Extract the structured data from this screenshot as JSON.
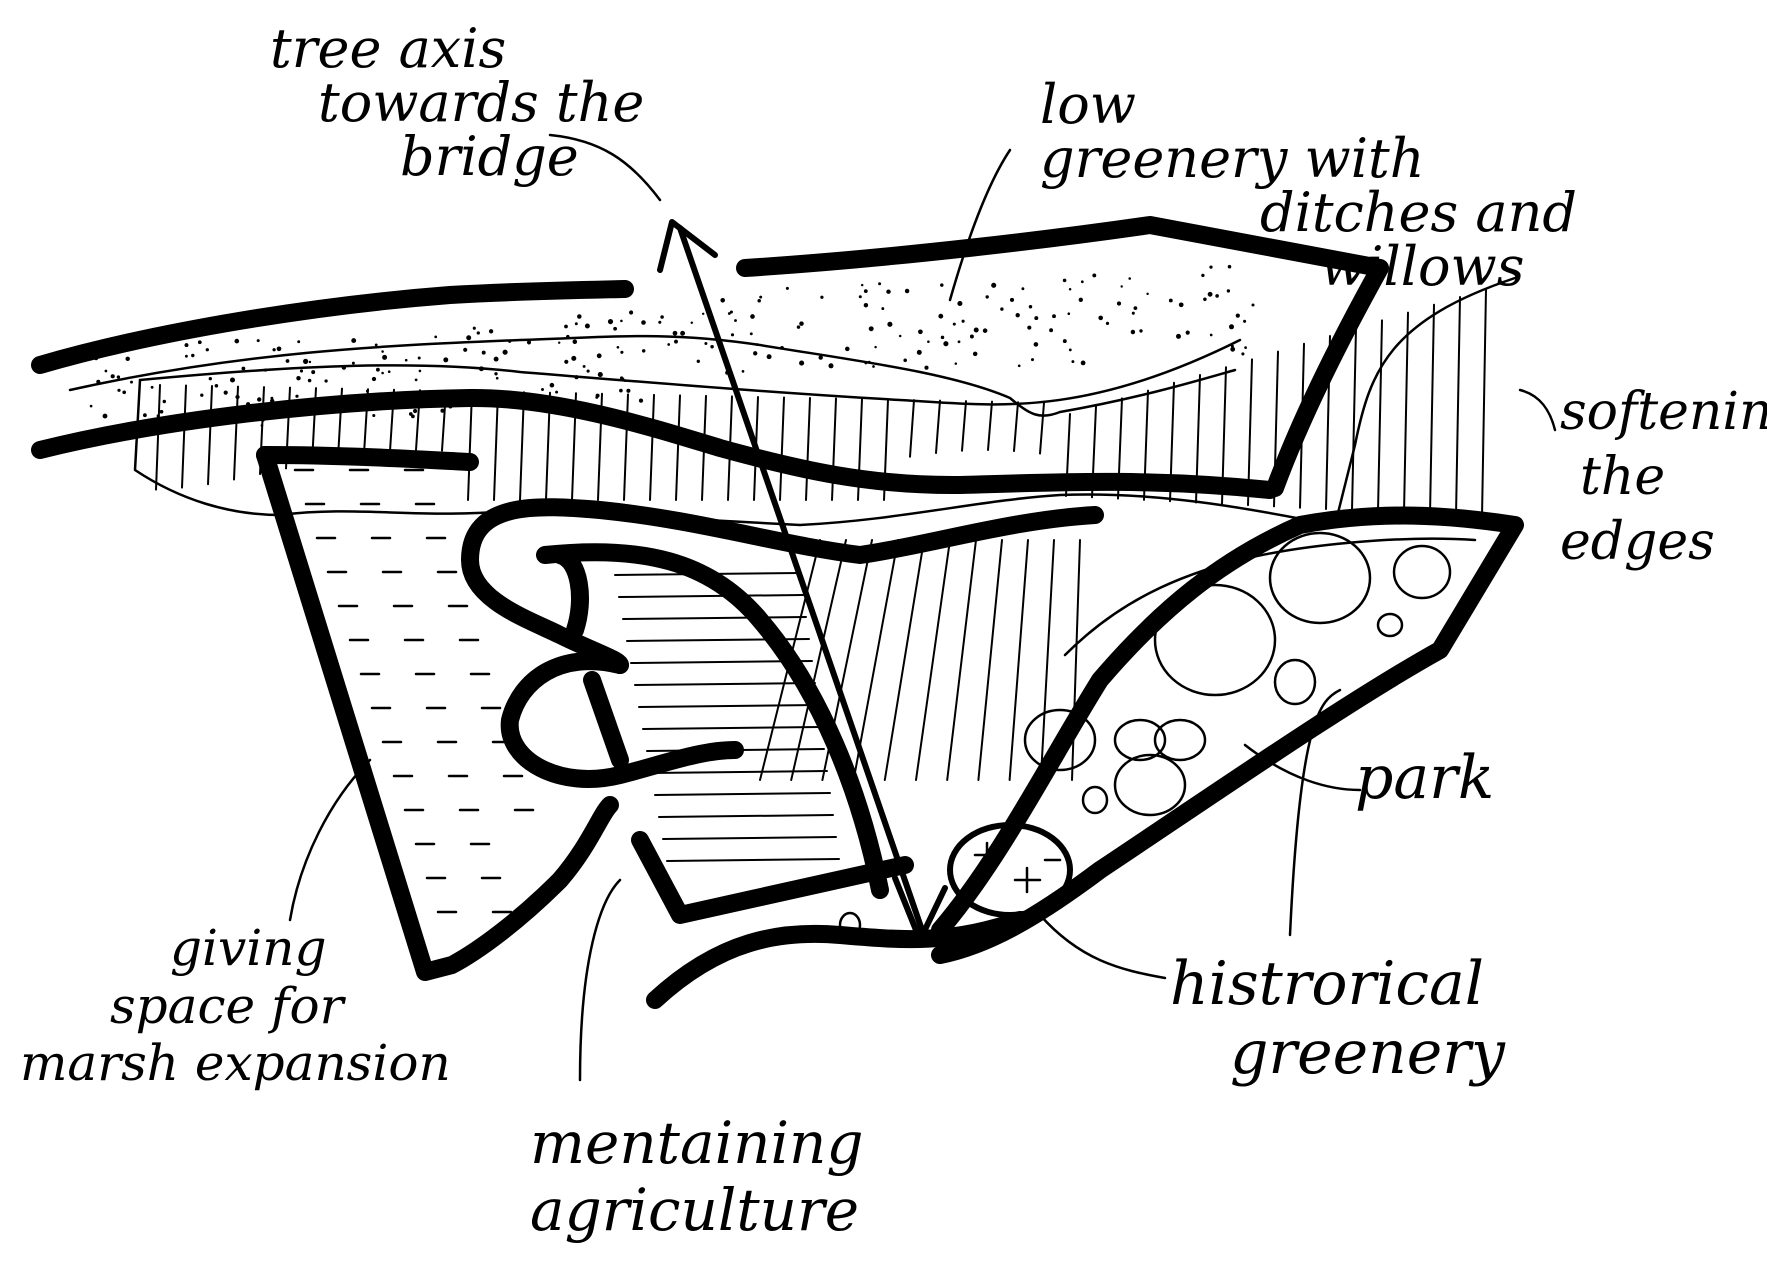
{
  "diagram": {
    "labels": {
      "tree_axis": [
        "tree axis",
        "towards the",
        "bridge"
      ],
      "low_greenery": [
        "low",
        "greenery with",
        "ditches and",
        "willows"
      ],
      "softening": [
        "softening",
        "the",
        "edges"
      ],
      "park": [
        "park"
      ],
      "historical": [
        "histrorical",
        "greenery"
      ],
      "agriculture": [
        "mentaining",
        "agriculture"
      ],
      "marsh": [
        "giving",
        "space for",
        "marsh expansion"
      ]
    },
    "ink_color": "#000000",
    "paper_color": "#ffffff",
    "fills": {
      "low_greenery": "stipple",
      "softening_band": "vertical-hatching",
      "marsh": "dashes",
      "agriculture": "horizontal-lines",
      "park": "circles",
      "historical": "plus-marks"
    }
  }
}
